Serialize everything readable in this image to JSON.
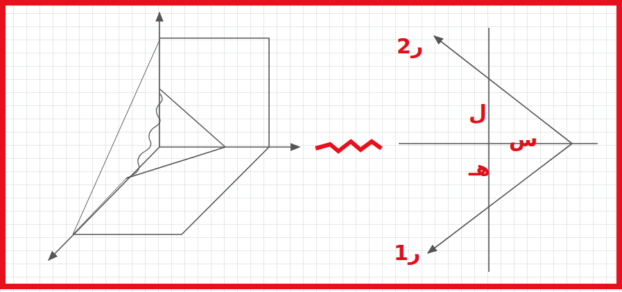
{
  "diagram": {
    "labels": [
      "ر2",
      "ل",
      "س",
      "هـ",
      "ر1"
    ]
  }
}
